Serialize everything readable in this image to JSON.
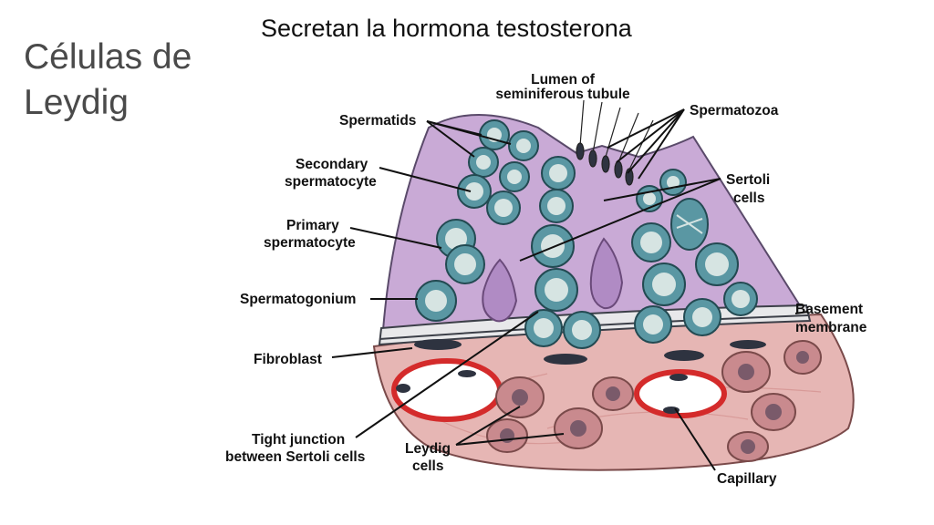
{
  "slide": {
    "title_line1": "Células  de",
    "title_line2": "Leydig",
    "subtitle": "Secretan la hormona testosterona"
  },
  "diagram": {
    "labels": {
      "lumen_1": "Lumen of",
      "lumen_2": "seminiferous tubule",
      "spermatids": "Spermatids",
      "spermatozoa": "Spermatozoa",
      "secondary_1": "Secondary",
      "secondary_2": "spermatocyte",
      "sertoli_1": "Sertoli",
      "sertoli_2": "cells",
      "primary_1": "Primary",
      "primary_2": "spermatocyte",
      "spermatogonium": "Spermatogonium",
      "basement_1": "Basement",
      "basement_2": "membrane",
      "fibroblast": "Fibroblast",
      "tight_1": "Tight junction",
      "tight_2": "between Sertoli cells",
      "leydig_1": "Leydig",
      "leydig_2": "cells",
      "capillary": "Capillary"
    },
    "colors": {
      "tubule": "#c9aad6",
      "germ_cell": "#5a97a3",
      "nucleus": "#d6e4e2",
      "sertoli": "#b08bc4",
      "interstitial": "#e6b6b4",
      "leydig": "#c98a8e",
      "capillary_wall": "#d42b2b",
      "membrane": "#3c3f48"
    }
  }
}
